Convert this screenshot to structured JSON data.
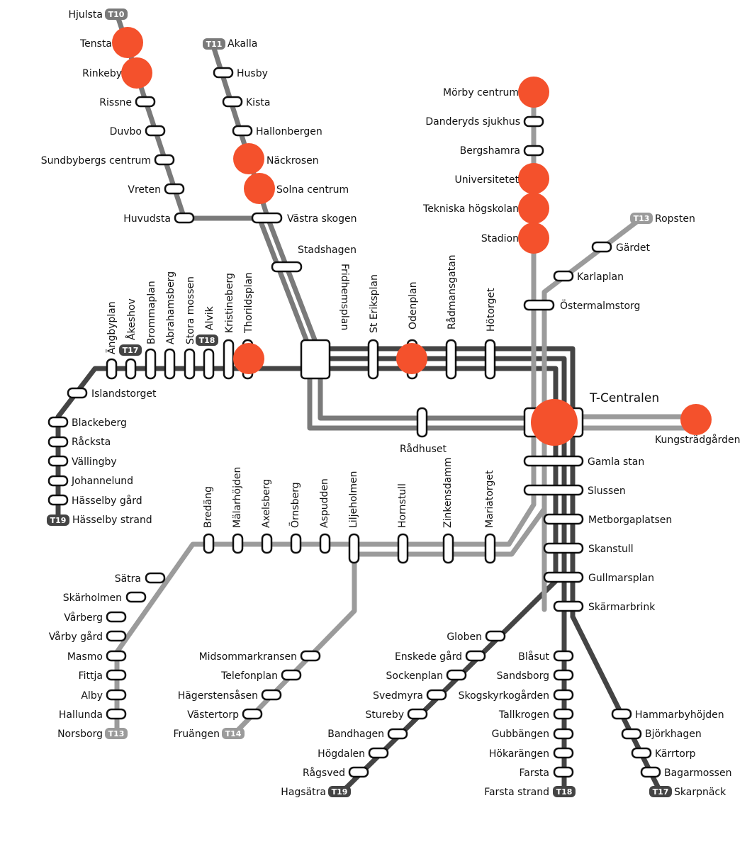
{
  "colors": {
    "green": "#7a7a7a",
    "blue": "#9b9b9b",
    "red": "#444444",
    "marker": "#f4512c"
  },
  "lines": {
    "T10": "T10",
    "T11": "T11",
    "T13": "T13",
    "T14": "T14",
    "T17": "T17",
    "T18": "T18",
    "T19": "T19"
  },
  "stations": {
    "hjulsta": "Hjulsta",
    "tensta": "Tensta",
    "rinkeby": "Rinkeby",
    "rissne": "Rissne",
    "duvbo": "Duvbo",
    "sundbybergs_centrum": "Sundbybergs centrum",
    "vreten": "Vreten",
    "huvudsta": "Huvudsta",
    "akalla": "Akalla",
    "husby": "Husby",
    "kista": "Kista",
    "hallonbergen": "Hallonbergen",
    "nackrosen": "Näckrosen",
    "solna_centrum": "Solna centrum",
    "vastra_skogen": "Västra skogen",
    "stadshagen": "Stadshagen",
    "fridhemsplan": "Fridhemsplan",
    "st_eriksplan": "St Eriksplan",
    "odenplan": "Odenplan",
    "radmansgatan": "Rådmansgatan",
    "hotorget": "Hötorget",
    "morby_centrum": "Mörby centrum",
    "danderyds_sjukhus": "Danderyds sjukhus",
    "bergshamra": "Bergshamra",
    "universitetet": "Universitetet",
    "tekniska_hogskolan": "Tekniska högskolan",
    "stadion": "Stadion",
    "ropsten": "Ropsten",
    "gardet": "Gärdet",
    "karlaplan": "Karlaplan",
    "ostermalmstorg": "Östermalmstorg",
    "angbyplan": "Ängbyplan",
    "akeshov": "Åkeshov",
    "brommaplan": "Brommaplan",
    "abrahamsberg": "Abrahamsberg",
    "stora_mossen": "Stora mossen",
    "alvik": "Alvik",
    "kristineberg": "Kristineberg",
    "thorildsplan": "Thorildsplan",
    "islandstorget": "Islandstorget",
    "blackeberg": "Blackeberg",
    "racksta": "Råcksta",
    "vallingby": "Vällingby",
    "johannelund": "Johannelund",
    "hasselby_gard": "Hässelby gård",
    "hasselby_strand": "Hässelby strand",
    "t_centralen": "T-Centralen",
    "kungstradgarden": "Kungsträdgården",
    "radhuset": "Rådhuset",
    "gamla_stan": "Gamla stan",
    "slussen": "Slussen",
    "medborgarplatsen": "Metborgaplatsen",
    "skanstull": "Skanstull",
    "gullmarsplan": "Gullmarsplan",
    "skarmarbrink": "Skärmarbrink",
    "bredang": "Bredäng",
    "malarhojden": "Mälarhöjden",
    "axelsberg": "Axelsberg",
    "ornsberg": "Örnsberg",
    "aspudden": "Aspudden",
    "liljeholmen": "Liljeholmen",
    "hornstull": "Hornstull",
    "zinkensdamm": "Zinkensdamm",
    "mariatorget": "Mariatorget",
    "satra": "Sätra",
    "skarholmen": "Skärholmen",
    "varberg": "Vårberg",
    "varby_gard": "Vårby gård",
    "masmo": "Masmo",
    "fittja": "Fittja",
    "alby": "Alby",
    "hallunda": "Hallunda",
    "norsborg": "Norsborg",
    "midsommarkransen": "Midsommarkransen",
    "telefonplan": "Telefonplan",
    "hagerstensasen": "Hägerstensåsen",
    "vastertorp": "Västertorp",
    "fruangen": "Fruängen",
    "globen": "Globen",
    "enskede_gard": "Enskede gård",
    "sockenplan": "Sockenplan",
    "svedmyra": "Svedmyra",
    "stureby": "Stureby",
    "bandhagen": "Bandhagen",
    "hogdalen": "Högdalen",
    "ragsved": "Rågsved",
    "hagsatra": "Hagsätra",
    "blasut": "Blåsut",
    "sandsborg": "Sandsborg",
    "skogskyrkogarden": "Skogskyrkogården",
    "tallkrogen": "Tallkrogen",
    "gubbangen": "Gubbängen",
    "hokarangen": "Hökarängen",
    "farsta": "Farsta",
    "farsta_strand": "Farsta strand",
    "hammarbyhojden": "Hammarbyhöjden",
    "bjorkhagen": "Björkhagen",
    "karrtorp": "Kärrtorp",
    "bagarmossen": "Bagarmossen",
    "skarpnack": "Skarpnäck"
  }
}
